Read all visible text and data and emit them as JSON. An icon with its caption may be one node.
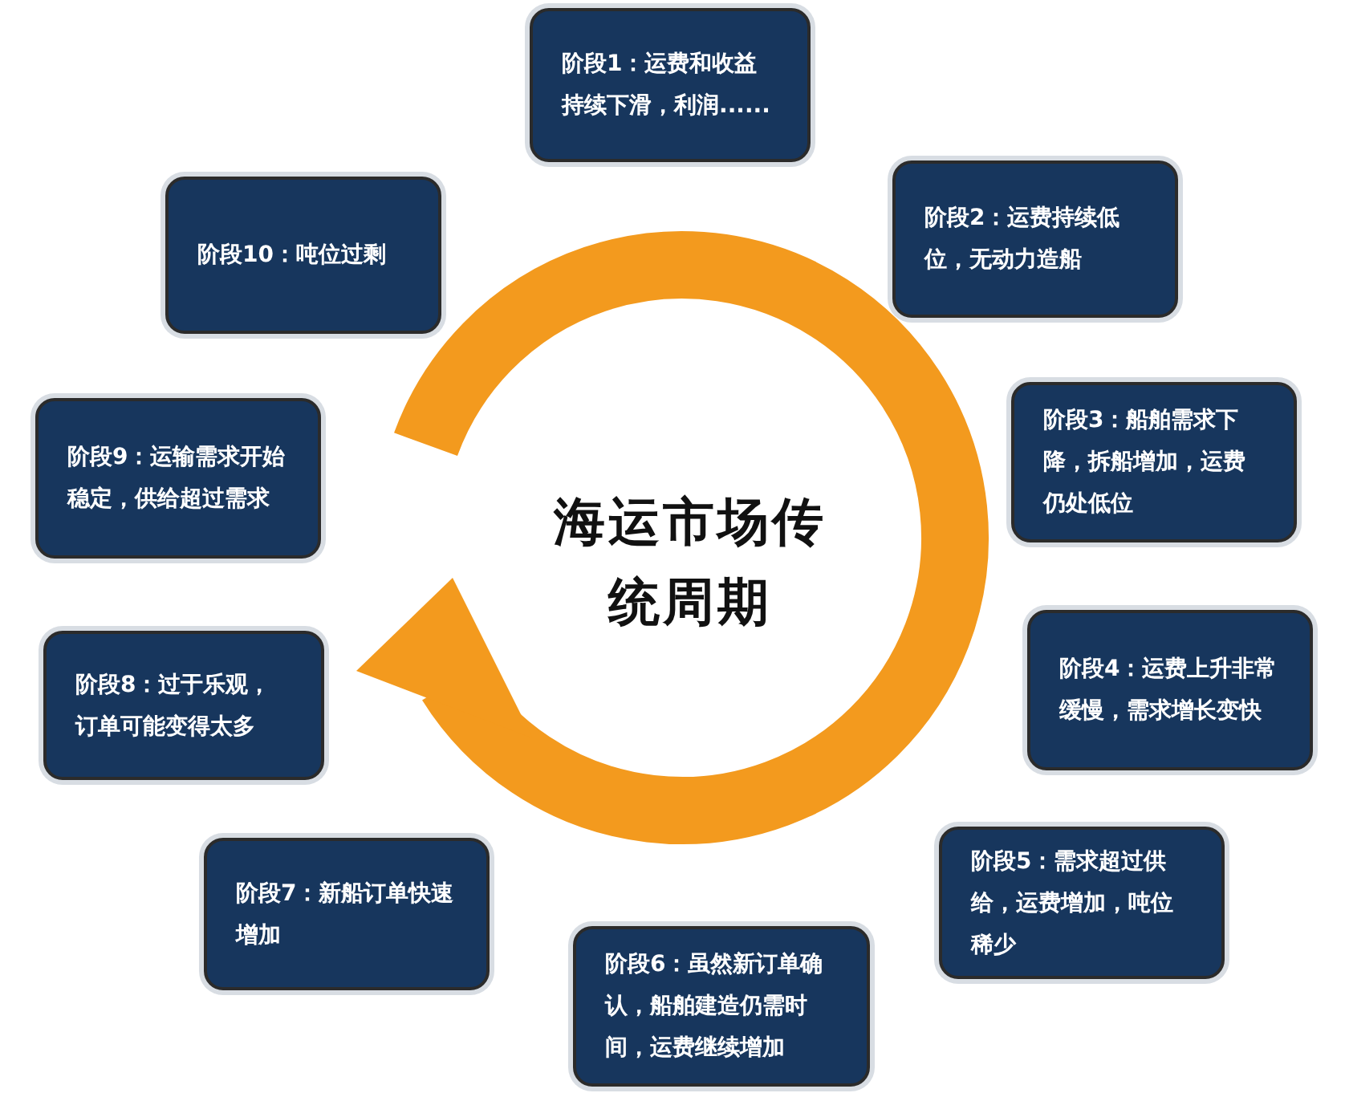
{
  "diagram": {
    "nodes": [
      {
        "text": [
          "阶段1：运费和收益持续下滑，利润......"
        ]
      },
      {
        "text": [
          "阶段2：运费持续低位，无动力造船"
        ]
      },
      {
        "text": [
          "阶段3：船舶需求下降，拆船增加，运费仍处低位"
        ]
      },
      {
        "text": [
          "阶段4：运费上升非常缓慢，需求增长变快"
        ]
      },
      {
        "text": [
          "阶段5：需求超过供给，运费增加，吨位稀少"
        ]
      },
      {
        "text": [
          "阶段6：虽然新订单确认，船舶建造仍需时间，运费继续增加"
        ]
      },
      {
        "text": [
          "阶段7：新船订单快速增加"
        ]
      },
      {
        "text": [
          "阶段8：过于乐观，订单可能变得太多"
        ]
      },
      {
        "text": [
          "阶段9：运输需求开始稳定，供给超过需求"
        ]
      },
      {
        "text": [
          "阶段10：吨位过剩"
        ]
      }
    ],
    "labels": [
      "海运市场传统周期"
    ]
  }
}
